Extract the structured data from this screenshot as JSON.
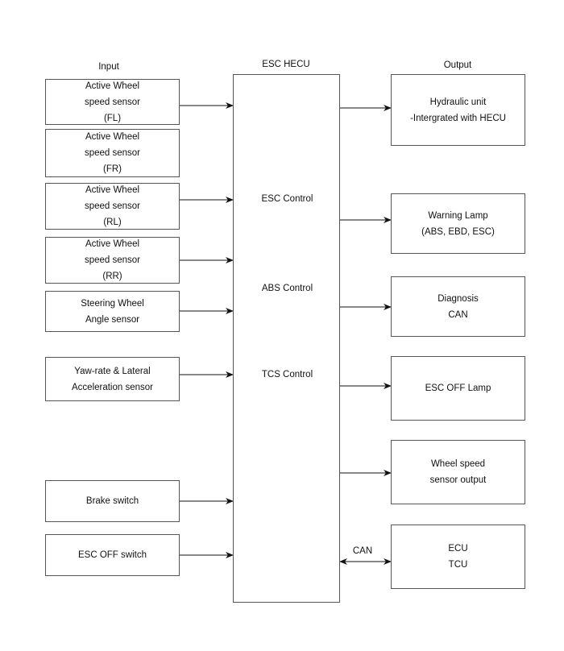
{
  "headers": {
    "input": "Input",
    "hecu": "ESC HECU",
    "output": "Output"
  },
  "hecu": {
    "controls": [
      "ESC Control",
      "ABS Control",
      "TCS Control"
    ]
  },
  "inputs": [
    {
      "lines": [
        "Active Wheel",
        "speed sensor",
        "(FL)"
      ]
    },
    {
      "lines": [
        "Active Wheel",
        "speed sensor",
        "(FR)"
      ]
    },
    {
      "lines": [
        "Active Wheel",
        "speed sensor",
        "(RL)"
      ]
    },
    {
      "lines": [
        "Active Wheel",
        "speed sensor",
        "(RR)"
      ]
    },
    {
      "lines": [
        "Steering Wheel",
        "Angle sensor"
      ]
    },
    {
      "lines": [
        "Yaw-rate & Lateral",
        "Acceleration sensor"
      ]
    },
    {
      "lines": [
        "Brake switch"
      ]
    },
    {
      "lines": [
        "ESC OFF switch"
      ]
    }
  ],
  "outputs": [
    {
      "lines": [
        "Hydraulic unit",
        "-Intergrated with HECU"
      ]
    },
    {
      "lines": [
        "Warning Lamp",
        "(ABS, EBD, ESC)"
      ]
    },
    {
      "lines": [
        "Diagnosis",
        "CAN"
      ]
    },
    {
      "lines": [
        "ESC OFF Lamp"
      ]
    },
    {
      "lines": [
        "Wheel speed",
        "sensor output"
      ]
    },
    {
      "lines": [
        "ECU",
        "TCU"
      ]
    }
  ],
  "links": {
    "can_label": "CAN"
  }
}
